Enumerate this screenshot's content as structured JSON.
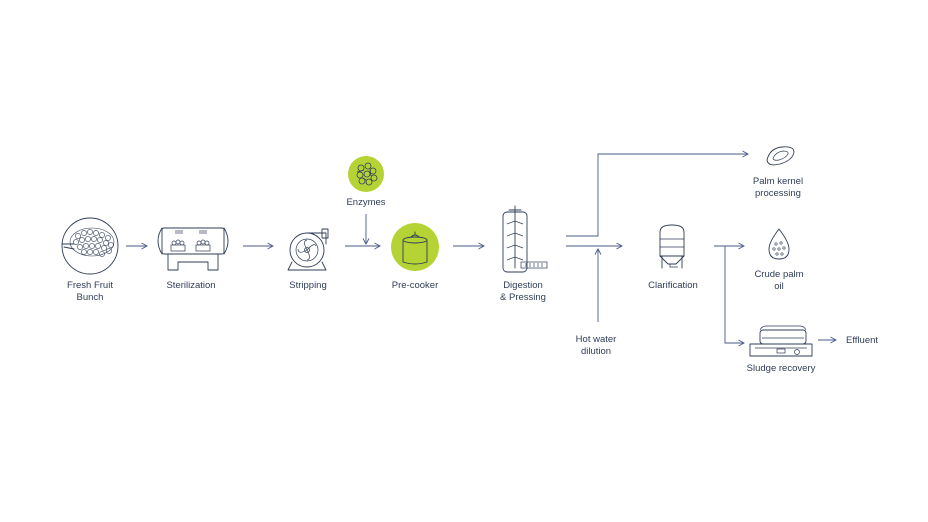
{
  "colors": {
    "ink": "#2f3d57",
    "arrow": "#4a5a8a",
    "accent": "#b5d334",
    "background": "#ffffff"
  },
  "steps": {
    "fresh_fruit_bunch": "Fresh Fruit\nBunch",
    "sterilization": "Sterilization",
    "stripping": "Stripping",
    "enzymes": "Enzymes",
    "pre_cooker": "Pre-cooker",
    "digestion_pressing": "Digestion\n& Pressing",
    "hot_water_dilution": "Hot water\ndilution",
    "clarification": "Clarification",
    "palm_kernel_processing": "Palm kernel\nprocessing",
    "crude_palm_oil": "Crude palm\noil",
    "sludge_recovery": "Sludge recovery",
    "effluent": "Effluent"
  },
  "icons": {
    "fresh_fruit_bunch": "palm-fruit-bunch-icon",
    "sterilization": "sterilizer-vessel-icon",
    "stripping": "stripper-drum-icon",
    "enzymes": "enzymes-icon",
    "pre_cooker": "pre-cooker-pot-icon",
    "digestion_pressing": "digester-press-icon",
    "clarification": "clarification-tank-icon",
    "palm_kernel_processing": "palm-kernel-icon",
    "crude_palm_oil": "oil-drop-icon",
    "sludge_recovery": "decanter-icon"
  }
}
